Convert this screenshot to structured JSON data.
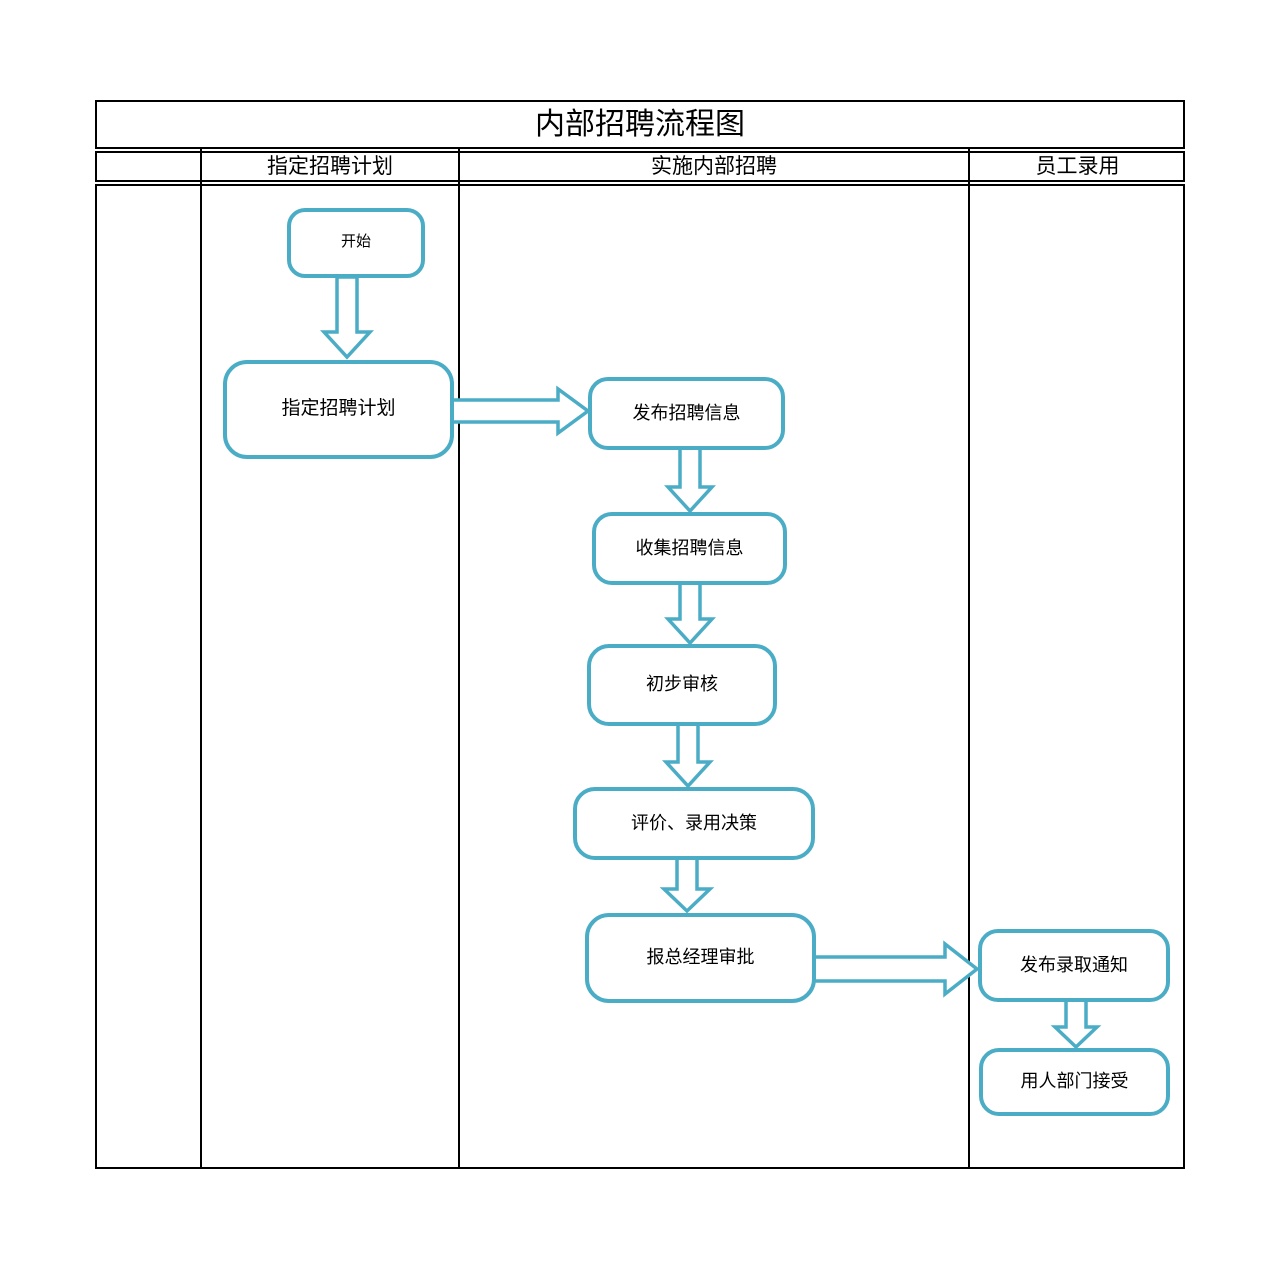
{
  "colors": {
    "accent": "#4BACC6",
    "line": "#000000",
    "text": "#000000",
    "background": "#FFFFFF"
  },
  "header": {
    "title": "内部招聘流程图",
    "columns": [
      "",
      "指定招聘计划",
      "实施内部招聘",
      "员工录用"
    ]
  },
  "nodes": {
    "start": {
      "label": "开始",
      "lane": "指定招聘计划"
    },
    "plan": {
      "label": "指定招聘计划",
      "lane": "指定招聘计划"
    },
    "publish": {
      "label": "发布招聘信息",
      "lane": "实施内部招聘"
    },
    "collect": {
      "label": "收集招聘信息",
      "lane": "实施内部招聘"
    },
    "review": {
      "label": "初步审核",
      "lane": "实施内部招聘"
    },
    "decision": {
      "label": "评价、录用决策",
      "lane": "实施内部招聘"
    },
    "approval": {
      "label": "报总经理审批",
      "lane": "实施内部招聘"
    },
    "notice": {
      "label": "发布录取通知",
      "lane": "员工录用"
    },
    "accept": {
      "label": "用人部门接受",
      "lane": "员工录用"
    }
  },
  "edges": [
    {
      "from": "start",
      "to": "plan",
      "direction": "down"
    },
    {
      "from": "plan",
      "to": "publish",
      "direction": "right"
    },
    {
      "from": "publish",
      "to": "collect",
      "direction": "down"
    },
    {
      "from": "collect",
      "to": "review",
      "direction": "down"
    },
    {
      "from": "review",
      "to": "decision",
      "direction": "down"
    },
    {
      "from": "decision",
      "to": "approval",
      "direction": "down"
    },
    {
      "from": "approval",
      "to": "notice",
      "direction": "right"
    },
    {
      "from": "notice",
      "to": "accept",
      "direction": "down"
    }
  ]
}
